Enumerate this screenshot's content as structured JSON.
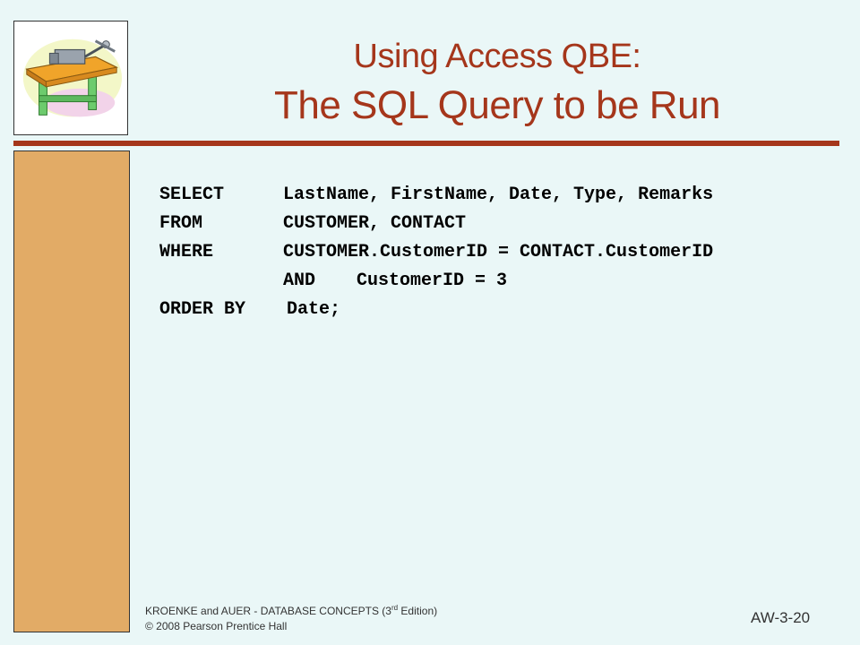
{
  "slide": {
    "title_line1": "Using Access QBE:",
    "title_line2": "The SQL Query to be Run"
  },
  "logo": {
    "icon": "workbench-vise-icon"
  },
  "sql": {
    "rows": [
      {
        "keyword": "SELECT",
        "clause": "LastName, FirstName, Date, Type, Remarks"
      },
      {
        "keyword": "FROM",
        "clause": "CUSTOMER, CONTACT"
      },
      {
        "keyword": "WHERE",
        "clause": "CUSTOMER.CustomerID = CONTACT.CustomerID"
      },
      {
        "keyword": "AND",
        "clause": "CustomerID = 3"
      },
      {
        "keyword": "ORDER BY",
        "clause": "Date;"
      }
    ]
  },
  "footer": {
    "authors_prefix": "KROENKE and AUER -  DATABASE CONCEPTS (3",
    "edition_sup": "rd",
    "authors_suffix": " Edition)",
    "copyright": "© 2008 Pearson Prentice Hall",
    "slide_number": "AW-3-20"
  },
  "colors": {
    "background": "#EAF7F7",
    "title": "#A5361B",
    "accent_bar": "#A5361B",
    "side_panel": "#E2AB66"
  }
}
